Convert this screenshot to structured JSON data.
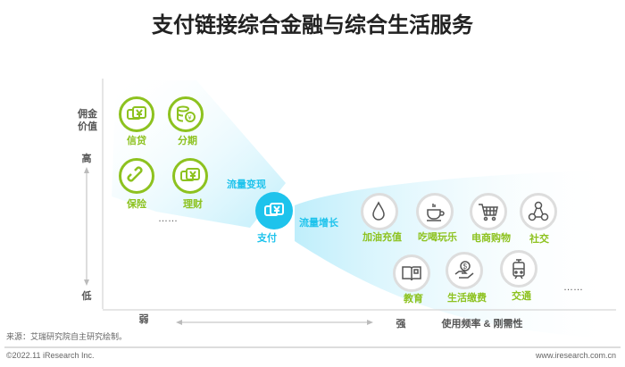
{
  "title": "支付链接综合金融与综合生活服务",
  "y_axis": {
    "label": "佣金价值",
    "high": "高",
    "low": "低"
  },
  "x_axis": {
    "weak": "弱",
    "strong": "强",
    "label": "使用频率 & 刚需性"
  },
  "finance": [
    {
      "label": "信贷",
      "icon": "money-card-icon"
    },
    {
      "label": "分期",
      "icon": "coins-icon"
    },
    {
      "label": "保险",
      "icon": "link-icon"
    },
    {
      "label": "理财",
      "icon": "money-card-icon"
    }
  ],
  "finance_more": "……",
  "flow_monetize": "流量变现",
  "payment": {
    "label": "支付",
    "icon": "money-card-icon"
  },
  "flow_growth": "流量增长",
  "life": [
    {
      "label": "加油充值",
      "icon": "drop-icon"
    },
    {
      "label": "吃喝玩乐",
      "icon": "coffee-cup-icon"
    },
    {
      "label": "电商购物",
      "icon": "cart-icon"
    },
    {
      "label": "社交",
      "icon": "people-network-icon"
    },
    {
      "label": "教育",
      "icon": "book-icon"
    },
    {
      "label": "生活缴费",
      "icon": "hand-coin-icon"
    },
    {
      "label": "交通",
      "icon": "train-icon"
    }
  ],
  "life_more": "……",
  "source": "来源：艾瑞研究院自主研究绘制。",
  "copyright": "©2022.11 iResearch Inc.",
  "website": "www.iresearch.com.cn",
  "colors": {
    "green": "#8dc21f",
    "blue": "#1ec3ec"
  }
}
